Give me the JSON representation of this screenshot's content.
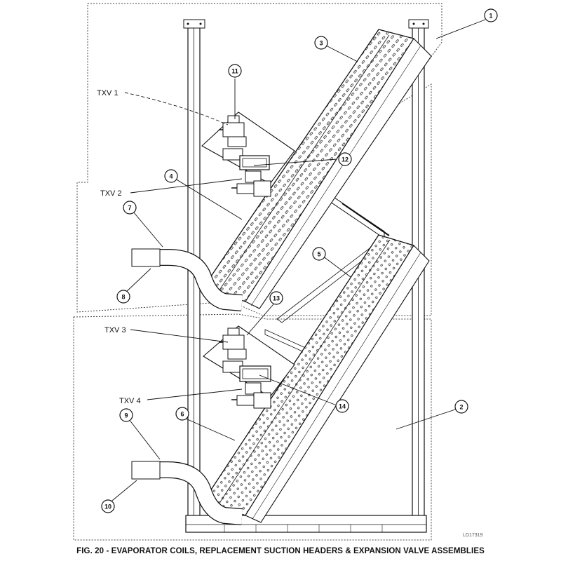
{
  "caption": "FIG. 20 - EVAPORATOR COILS, REPLACEMENT SUCTION HEADERS & EXPANSION VALVE ASSEMBLIES",
  "reference_code": "LD17319",
  "valve_labels": [
    "TXV 1",
    "TXV 2",
    "TXV 3",
    "TXV 4"
  ],
  "callouts": [
    "1",
    "2",
    "3",
    "4",
    "5",
    "6",
    "7",
    "8",
    "9",
    "10",
    "11",
    "12",
    "13",
    "14"
  ]
}
